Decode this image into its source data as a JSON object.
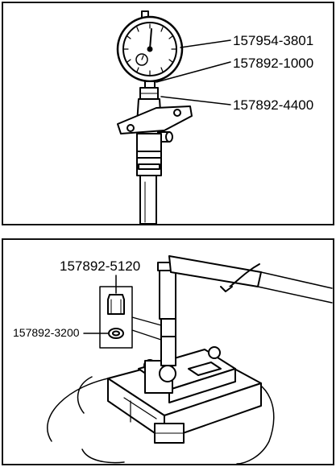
{
  "top_panel": {
    "labels": [
      "157954-3801",
      "157892-1000",
      "157892-4400"
    ]
  },
  "bottom_panel": {
    "labels": [
      "157892-5120",
      "157892-3200"
    ]
  },
  "colors": {
    "ink": "#000000",
    "background": "#ffffff"
  }
}
